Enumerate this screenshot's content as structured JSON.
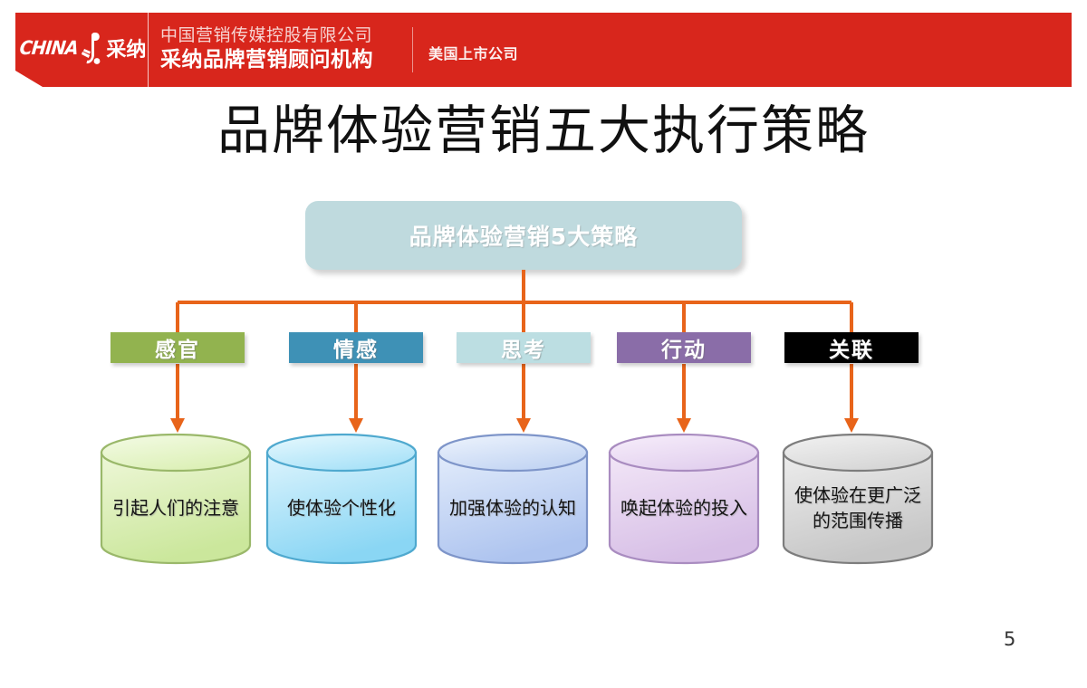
{
  "header": {
    "logo": {
      "brand_latin": "CHINA",
      "brand_cn": "采纳",
      "icon": "running-figure-icon"
    },
    "company_line1": "中国营销传媒控股有限公司",
    "company_line2": "采纳品牌营销顾问机构",
    "subtitle": "美国上市公司",
    "band_color": "#d8261c"
  },
  "title": "品牌体验营销五大执行策略",
  "diagram": {
    "root": {
      "label": "品牌体验营销5大策略",
      "fill": "#bfdade",
      "text_color": "#ffffff"
    },
    "connector_color": "#e8641a",
    "categories": [
      {
        "label": "感官",
        "fill": "#92b34f",
        "text_color": "#ffffff"
      },
      {
        "label": "情感",
        "fill": "#3e91b6",
        "text_color": "#ffffff"
      },
      {
        "label": "思考",
        "fill": "#bcdee2",
        "text_color": "#ffffff"
      },
      {
        "label": "行动",
        "fill": "#8a6da8",
        "text_color": "#ffffff"
      },
      {
        "label": "关联",
        "fill": "#000000",
        "text_color": "#ffffff"
      }
    ],
    "outcomes": [
      {
        "label": "引起人们的注意",
        "fill_top": "#eef7d8",
        "fill_bottom": "#cbe79c",
        "stroke": "#9ab86a"
      },
      {
        "label": "使体验个性化",
        "fill_top": "#ddf4fd",
        "fill_bottom": "#8ad6f4",
        "stroke": "#4fa9cf"
      },
      {
        "label": "加强体验的认知",
        "fill_top": "#e2ecfb",
        "fill_bottom": "#aec4ef",
        "stroke": "#7e95c9"
      },
      {
        "label": "唤起体验的投入",
        "fill_top": "#f2e6f7",
        "fill_bottom": "#d7bfe6",
        "stroke": "#a98cc0"
      },
      {
        "label": "使体验在更广泛的范围传播",
        "fill_top": "#ededed",
        "fill_bottom": "#c6c6c6",
        "stroke": "#7d7d7d"
      }
    ]
  },
  "page_number": "5"
}
